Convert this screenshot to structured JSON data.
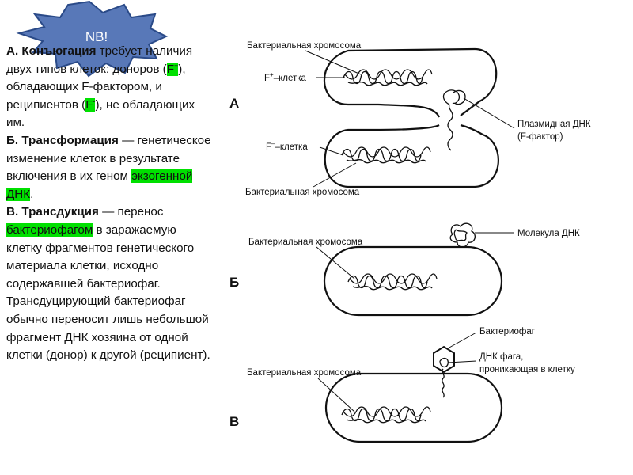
{
  "badge": {
    "label": "NB!"
  },
  "text": {
    "a_head": "А. Конъюгация",
    "a_body": " требует наличия двух типов клеток: доноров (",
    "f_plus": "F",
    "f_plus_sup": "+",
    "a_mid": "), обладающих F-фактором, и реципиентов (",
    "f_minus": "F",
    "f_minus_sup": "-",
    "a_end": "), не обладающих им.",
    "b_head": "Б. Трансформация",
    "b_body": " — генетическое изменение клеток в результате включения в их геном ",
    "b_hl": "экзогенной ДНК",
    "b_end": ".",
    "c_head": "В. Трансдукция",
    "c_body": " — перенос ",
    "c_hl": "бактериофагом",
    "c_end": " в заражаемую клетку фрагментов генетического материала клетки, исходно содержавшей бактериофаг. Трансдуцирующий бактериофаг обычно переносит лишь небольшой фрагмент ДНК хозяина от одной клетки (донор) к другой (реципиент)."
  },
  "diagram": {
    "a_letter": "А",
    "b_letter": "Б",
    "v_letter": "В",
    "a_chrom_top": "Бактериальная хромосома",
    "a_fplus": "F",
    "a_fplus_sup": "+",
    "a_fplus_rest": "–клетка",
    "a_fminus": "F",
    "a_fminus_sup": "–",
    "a_fminus_rest": "–клетка",
    "a_chrom_bottom": "Бактериальная хромосома",
    "a_plasmid_1": "Плазмидная ДНК",
    "a_plasmid_2": "(F-фактор)",
    "b_chrom": "Бактериальная хромосома",
    "b_molecule": "Молекула ДНК",
    "v_phage": "Бактериофаг",
    "v_dna_1": "ДНК фага,",
    "v_dna_2": "проникающая в клетку",
    "v_chrom": "Бактериальная хромосома"
  }
}
